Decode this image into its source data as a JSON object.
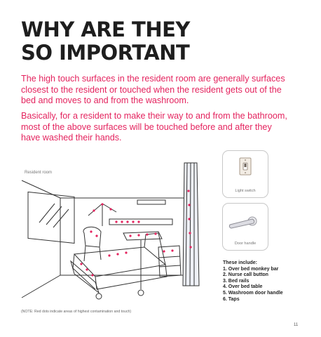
{
  "title_lines": [
    "WHY ARE THEY",
    "SO IMPORTANT"
  ],
  "paragraphs": [
    "The high touch surfaces in the resident room are generally surfaces closest to the resident or touched when the resident gets out of the bed and moves to and from the washroom.",
    "Basically, for a resident to make their way to and from the bathroom, most of the above surfaces will be touched before and after they have washed their hands."
  ],
  "illustration": {
    "caption": "Resident room"
  },
  "cards": [
    {
      "label": "Light switch",
      "icon": "light-switch-icon"
    },
    {
      "label": "Door handle",
      "icon": "door-handle-icon"
    }
  ],
  "list": {
    "heading": "These include:",
    "items": [
      "1. Over bed monkey bar",
      "2. Nurse call button",
      "3. Bed rails",
      "4. Over bed table",
      "5. Washroom door handle",
      "6. Taps"
    ]
  },
  "note": "(NOTE: Red dots indicate areas of highest contamination and touch)",
  "page_number": "11",
  "colors": {
    "accent": "#e4235e",
    "title": "#1e1e1e"
  }
}
